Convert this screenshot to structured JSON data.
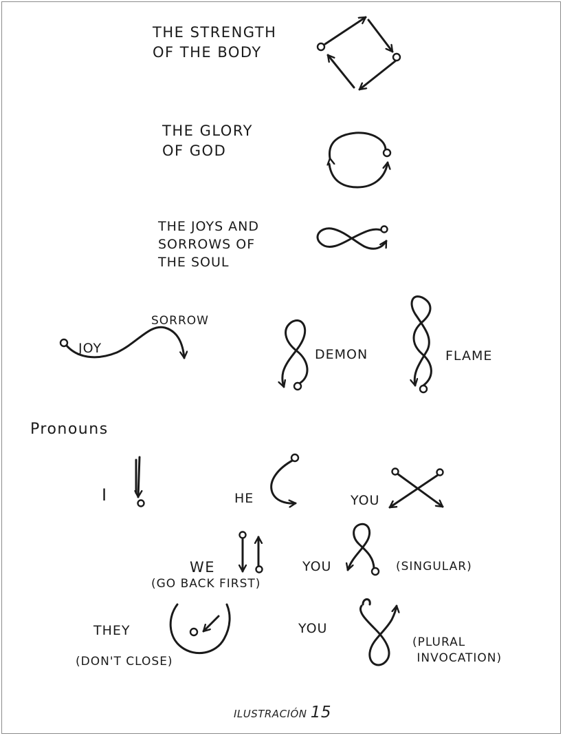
{
  "labels": {
    "strength": "THE STRENGTH\nOF THE BODY",
    "glory": "THE GLORY\nOF GOD",
    "joys": "THE JOYS AND\nSORROWS OF\nTHE SOUL",
    "joy": "JOY",
    "sorrow": "SORROW",
    "demon": "DEMON",
    "flame": "FLAME",
    "pronouns": "Pronouns",
    "i": "I",
    "he": "HE",
    "you_plural_cross": "YOU",
    "we": "WE",
    "we_note": "(GO BACK FIRST)",
    "you_singular": "YOU",
    "singular_note": "(SINGULAR)",
    "they": "THEY",
    "they_note": "(DON'T CLOSE)",
    "you_invocation": "YOU",
    "invocation_note": "(PLURAL\n INVOCATION)"
  },
  "caption": {
    "text": "ILUSTRACIÓN",
    "number": "15"
  },
  "colors": {
    "ink": "#1a1a1a",
    "frame": "#8a8a8a"
  }
}
